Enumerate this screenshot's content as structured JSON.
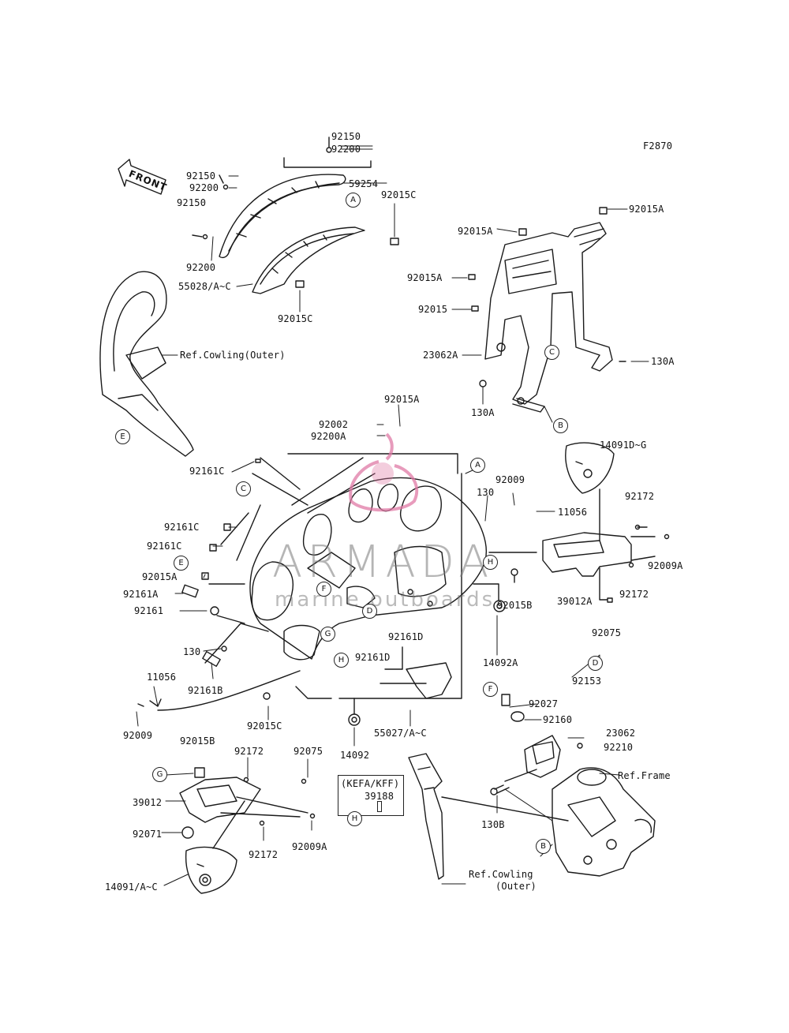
{
  "figure_code": "F2870",
  "front_arrow": "FRONT",
  "watermark": {
    "title": "ARMADA",
    "subtitle": "marine outboards",
    "color": "#e07aa6"
  },
  "kit_box": {
    "title": "(KEFA/KFF)",
    "part": "39188"
  },
  "labels": {
    "p92150_top": "92150",
    "p92200_top": "92200",
    "p92150_a": "92150",
    "p92200_a": "92200",
    "p59254": "59254",
    "p92150_b": "92150",
    "p92200_b": "92200",
    "p92015C_a": "92015C",
    "p55028": "55028/A~C",
    "p92015C_b": "92015C",
    "ref_cowling_outer_1": "Ref.Cowling(Outer)",
    "p92015A_a": "92015A",
    "p92015A_b": "92015A",
    "p92015A_c": "92015A",
    "p92015": "92015",
    "p23062A": "23062A",
    "p130A_a": "130A",
    "p130A_b": "130A",
    "p92015A_d": "92015A",
    "p92002": "92002",
    "p92200A": "92200A",
    "p14091DG": "14091D~G",
    "p92161C_a": "92161C",
    "p92009_a": "92009",
    "p130_a": "130",
    "p11056_a": "11056",
    "p92172_a": "92172",
    "p92161C_b": "92161C",
    "p92161C_c": "92161C",
    "p92009A_a": "92009A",
    "p92015A_e": "92015A",
    "p92161A": "92161A",
    "p92161": "92161",
    "p92015B_a": "92015B",
    "p39012A": "39012A",
    "p92172_b": "92172",
    "p92075_a": "92075",
    "p130_b": "130",
    "p92161D_a": "92161D",
    "p92161D_b": "92161D",
    "p14092A": "14092A",
    "p92161B": "92161B",
    "p11056_b": "11056",
    "p92153": "92153",
    "p92009_b": "92009",
    "p92015C_c": "92015C",
    "p14092": "14092",
    "p55027": "55027/A~C",
    "p92027": "92027",
    "p92160": "92160",
    "p23062": "23062",
    "p92210": "92210",
    "ref_frame": "Ref.Frame",
    "p92015B_b": "92015B",
    "p92172_c": "92172",
    "p92075_b": "92075",
    "p39012": "39012",
    "p92071": "92071",
    "p92172_d": "92172",
    "p92009A_b": "92009A",
    "p14091AC": "14091/A~C",
    "p130B": "130B",
    "ref_cowling_outer_2a": "Ref.Cowling",
    "ref_cowling_outer_2b": "(Outer)"
  },
  "callouts": {
    "A1": "A",
    "A2": "A",
    "B1": "B",
    "B2": "B",
    "C1": "C",
    "C2": "C",
    "D1": "D",
    "D2": "D",
    "E1": "E",
    "E2": "E",
    "F1": "F",
    "F2": "F",
    "G1": "G",
    "G2": "G",
    "H1": "H",
    "H2": "H",
    "H3": "H"
  }
}
